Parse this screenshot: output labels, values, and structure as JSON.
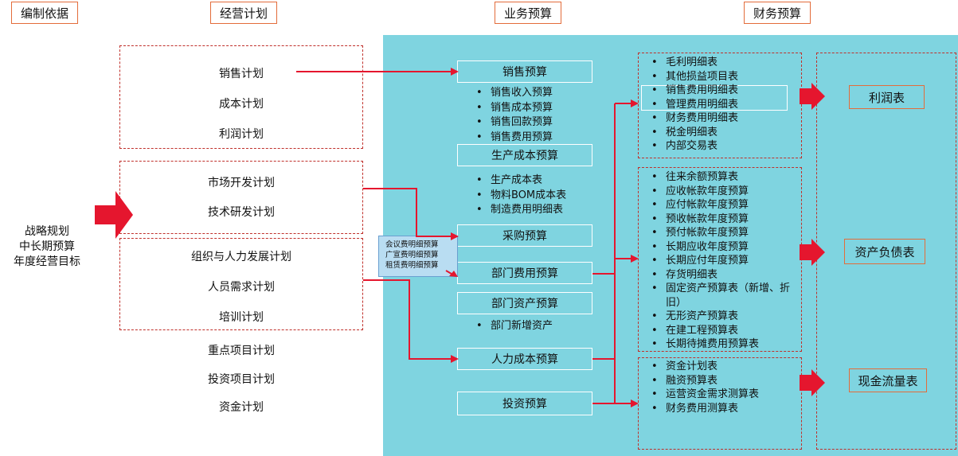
{
  "headers": {
    "basis": "编制依据",
    "plans": "经营计划",
    "business": "业务预算",
    "finance": "财务预算"
  },
  "basis": [
    "战略规划",
    "中长期预算",
    "年度经营目标"
  ],
  "plan_groups": [
    [
      "销售计划",
      "成本计划",
      "利润计划"
    ],
    [
      "市场开发计划",
      "技术研发计划"
    ],
    [
      "组织与人力发展计划",
      "人员需求计划",
      "培训计划"
    ]
  ],
  "other_plans": [
    "重点项目计划",
    "投资项目计划",
    "资金计划"
  ],
  "business_budgets": {
    "sales": "销售预算",
    "sales_items": [
      "销售收入预算",
      "销售成本预算",
      "销售回款预算",
      "销售费用预算"
    ],
    "production": "生产成本预算",
    "production_items": [
      "生产成本表",
      "物料BOM成本表",
      "制造费用明细表"
    ],
    "purchase": "采购预算",
    "dept_expense": "部门费用预算",
    "dept_asset": "部门资产预算",
    "dept_asset_items": [
      "部门新增资产"
    ],
    "hr": "人力成本预算",
    "investment": "投资预算"
  },
  "expense_note": [
    "会议费明细预算",
    "广宣费明细预算",
    "租赁费明细预算"
  ],
  "finance_groups": [
    [
      "毛利明细表",
      "其他损益项目表",
      "销售费用明细表",
      "管理费用明细表",
      "财务费用明细表",
      "税金明细表",
      "内部交易表"
    ],
    [
      "往来余额预算表",
      "应收帐款年度预算",
      "应付帐款年度预算",
      "预收帐款年度预算",
      "预付帐款年度预算",
      "长期应收年度预算",
      "长期应付年度预算",
      "存货明细表",
      "固定资产预算表（新增、折旧）",
      "无形资产预算表",
      "在建工程预算表",
      "长期待摊费用预算表"
    ],
    [
      "资金计划表",
      "融资预算表",
      "运营资金需求测算表",
      "财务费用测算表"
    ]
  ],
  "statements": {
    "profit": "利润表",
    "balance": "资产负债表",
    "cashflow": "现金流量表"
  },
  "colors": {
    "panel": "#7fd4e0",
    "dash": "#c0302b",
    "arrow": "#e5162e",
    "header_border": "#e36c3a"
  }
}
